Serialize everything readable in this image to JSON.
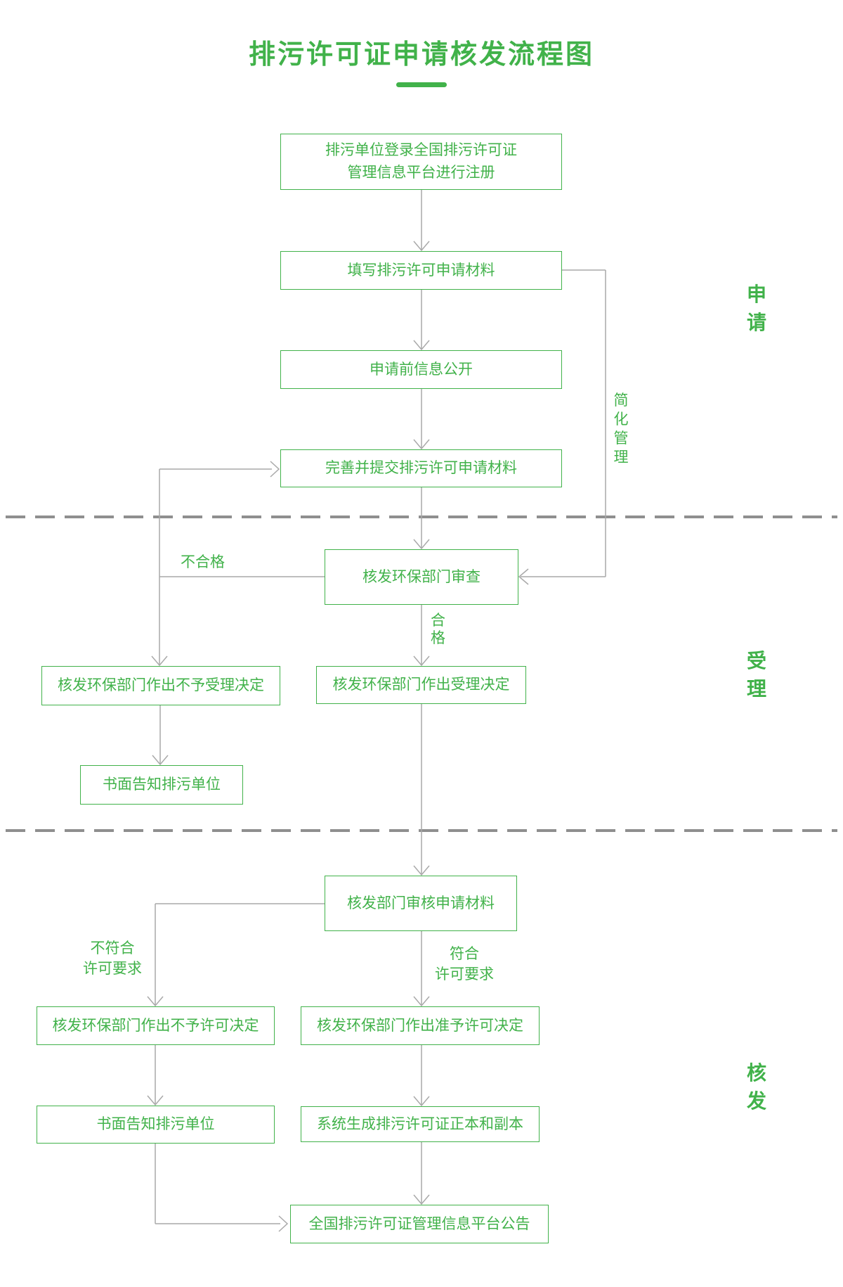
{
  "title": "排污许可证申请核发流程图",
  "nodes": {
    "register": "排污单位登录全国排污许可证\n管理信息平台进行注册",
    "fill_application": "填写排污许可申请材料",
    "pre_disclosure": "申请前信息公开",
    "submit": "完善并提交排污许可申请材料",
    "review": "核发环保部门审查",
    "reject_acceptance": "核发环保部门作出不予受理决定",
    "acceptance": "核发环保部门作出受理决定",
    "written_notice_1": "书面告知排污单位",
    "examine": "核发部门审核申请材料",
    "deny_permit": "核发环保部门作出不予许可决定",
    "grant_permit": "核发环保部门作出准予许可决定",
    "written_notice_2": "书面告知排污单位",
    "generate_cert": "系统生成排污许可证正本和副本",
    "announce": "全国排污许可证管理信息平台公告"
  },
  "edge_labels": {
    "simplified_management": "简化管理",
    "fail": "不合格",
    "pass": "合\n格",
    "meets_requirements": "符合\n许可要求",
    "not_meets_requirements": "不符合\n许可要求"
  },
  "sections": {
    "apply": "申请",
    "accept": "受理",
    "issue": "核发"
  },
  "colors": {
    "green": "#41b24a",
    "line": "#a9a9a9",
    "dash": "#8f8f8f"
  }
}
